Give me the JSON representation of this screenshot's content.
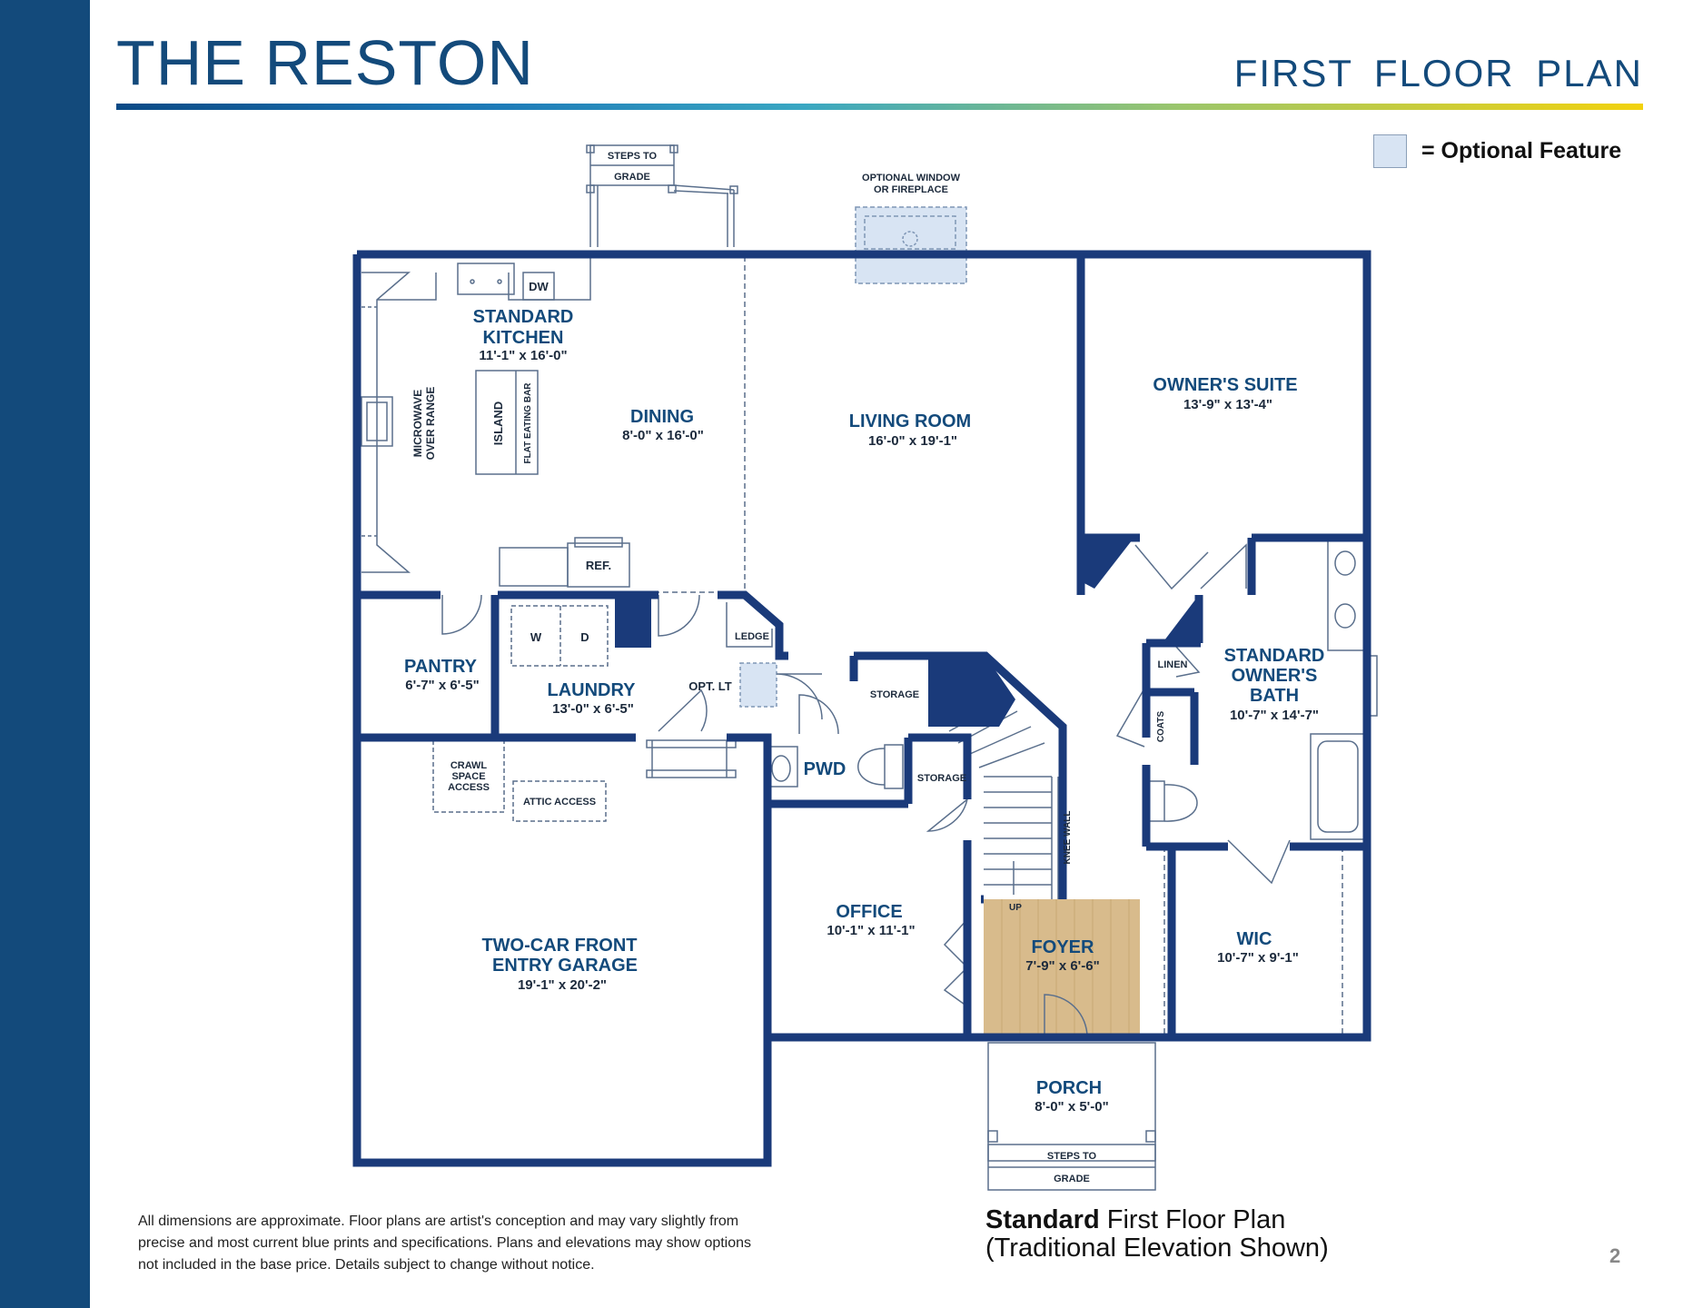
{
  "header": {
    "title": "THE RESTON",
    "subtitle": "FIRST FLOOR PLAN"
  },
  "legend": {
    "text": "= Optional Feature",
    "swatch_color": "#d8e4f3"
  },
  "colors": {
    "sidebar": "#134a7b",
    "wall": "#1a3a7a",
    "room_label": "#134a7b",
    "foyer_floor": "#d8bb8c",
    "optional": "#d8e4f3"
  },
  "rooms": {
    "kitchen": {
      "name_line1": "STANDARD",
      "name_line2": "KITCHEN",
      "dims": "11'-1\" x 16'-0\""
    },
    "dining": {
      "name": "DINING",
      "dims": "8'-0\" x 16'-0\""
    },
    "living": {
      "name": "LIVING ROOM",
      "dims": "16'-0\" x 19'-1\""
    },
    "owners_suite": {
      "name": "OWNER'S SUITE",
      "dims": "13'-9\" x 13'-4\""
    },
    "pantry": {
      "name": "PANTRY",
      "dims": "6'-7\" x 6'-5\""
    },
    "laundry": {
      "name": "LAUNDRY",
      "dims": "13'-0\" x 6'-5\""
    },
    "owners_bath": {
      "name_line1": "STANDARD",
      "name_line2": "OWNER'S",
      "name_line3": "BATH",
      "dims": "10'-7\" x 14'-7\""
    },
    "pwd": {
      "name": "PWD"
    },
    "office": {
      "name": "OFFICE",
      "dims": "10'-1\" x 11'-1\""
    },
    "foyer": {
      "name": "FOYER",
      "dims": "7'-9\" x 6'-6\""
    },
    "wic": {
      "name": "WIC",
      "dims": "10'-7\" x 9'-1\""
    },
    "garage": {
      "name_line1": "TWO-CAR FRONT",
      "name_line2": "ENTRY GARAGE",
      "dims": "19'-1\" x 20'-2\""
    },
    "porch": {
      "name": "PORCH",
      "dims": "8'-0\" x 5'-0\""
    }
  },
  "labels": {
    "steps_to": "STEPS TO",
    "grade": "GRADE",
    "optional_window_1": "OPTIONAL WINDOW",
    "optional_window_2": "OR FIREPLACE",
    "dw": "DW",
    "ref": "REF.",
    "island": "ISLAND",
    "flat_eating_bar": "FLAT EATING BAR",
    "microwave": "MICROWAVE",
    "over_range": "OVER RANGE",
    "w": "W",
    "d": "D",
    "ledge": "LEDGE",
    "opt_lt": "OPT. LT",
    "storage": "STORAGE",
    "linen": "LINEN",
    "coats": "COATS",
    "crawl": "CRAWL",
    "space": "SPACE",
    "access": "ACCESS",
    "attic_access": "ATTIC ACCESS",
    "knee_wall": "KNEE WALL",
    "up": "UP"
  },
  "disclaimer": "All dimensions are approximate. Floor plans are artist's conception and may vary slightly from precise and most current blue prints and specifications. Plans and elevations may show options not included in the base price. Details subject to change without notice.",
  "caption": {
    "bold": "Standard",
    "rest": " First Floor Plan",
    "line2": "(Traditional Elevation Shown)"
  },
  "page_number": "2"
}
